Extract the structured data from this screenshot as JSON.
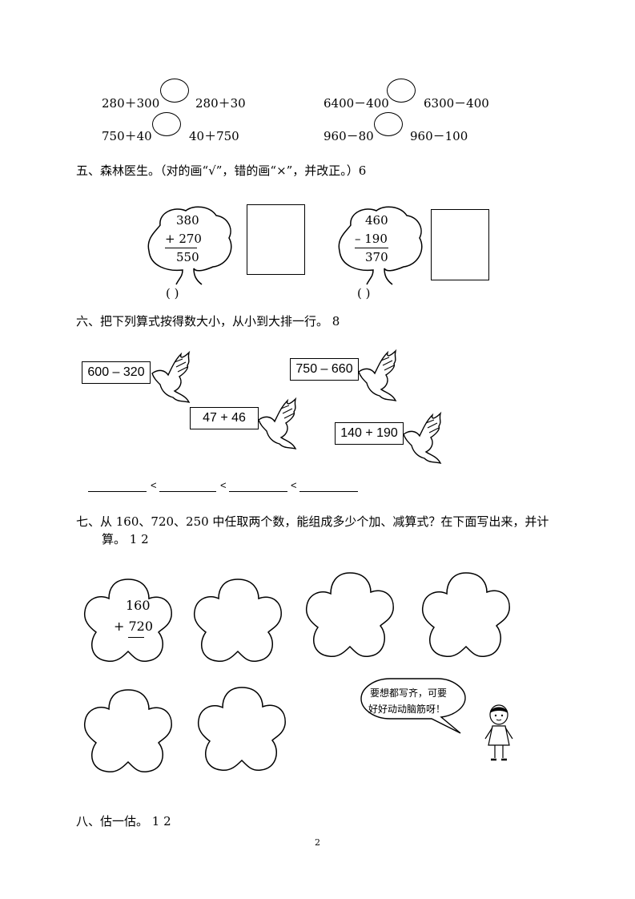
{
  "section4": {
    "rows": [
      {
        "left_a": "280＋300",
        "right_a": "280＋30",
        "left_b": "6400－400",
        "right_b": "6300－400"
      },
      {
        "left_a": "750＋40",
        "right_a": "40＋750",
        "left_b": "960－80",
        "right_b": "960－100"
      }
    ]
  },
  "section5": {
    "title": "五、森林医生。（对的画“√”，错的画“×”，并改正。）6",
    "tree1": {
      "a": "380",
      "op_b": "+ 270",
      "result": "550",
      "paren": "(      )"
    },
    "tree2": {
      "a": "460",
      "op_b": "– 190",
      "result": "370",
      "paren": "(      )"
    }
  },
  "section6": {
    "title": "六、把下列算式按得数大小，从小到大排一行。 8",
    "expressions": [
      "600 – 320",
      "750 – 660",
      "47 + 46",
      "140 + 190"
    ],
    "separator": "<"
  },
  "section7": {
    "title_line1": "七、从 160、720、250 中任取两个数，能组成多少个加、减算式？在下面写出来，并计",
    "title_line2": "算。 1 2",
    "example_a": "160",
    "example_b": "+ 720",
    "speech_line1": "要想都写齐，可要",
    "speech_line2": "好好动动脑筋呀！"
  },
  "section8": {
    "title": "八、估一估。 1 2"
  },
  "page_number": "2"
}
